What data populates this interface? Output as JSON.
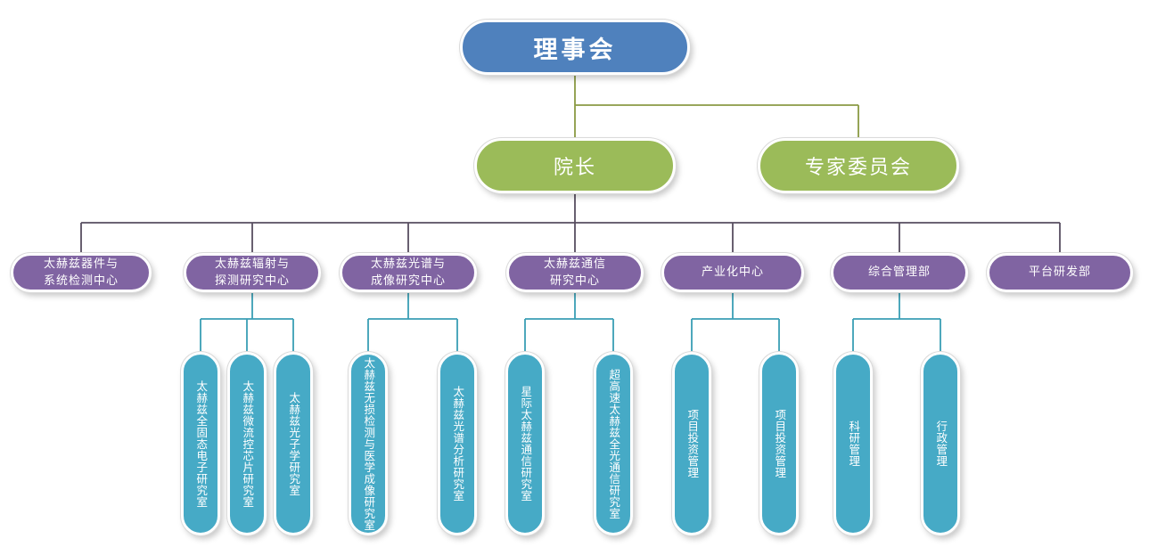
{
  "chart": {
    "root": {
      "label": "理事会"
    },
    "level2": [
      {
        "label": "院长"
      },
      {
        "label": "专家委员会"
      }
    ],
    "centers": [
      {
        "line1": "太赫兹器件与",
        "line2": "系统检测中心",
        "children": []
      },
      {
        "line1": "太赫兹辐射与",
        "line2": "探测研究中心",
        "children": [
          "太赫兹全固态电子研究室",
          "太赫兹微流控芯片研究室",
          "太赫兹光子学研究室"
        ]
      },
      {
        "line1": "太赫兹光谱与",
        "line2": "成像研究中心",
        "children": [
          "太赫兹无损检测与医学成像研究室",
          "太赫兹光谱分析研究室"
        ]
      },
      {
        "line1": "太赫兹通信",
        "line2": "研究中心",
        "children": [
          "星际太赫兹通信研究室",
          "超高速太赫兹全光通信研究室"
        ]
      },
      {
        "line1": "产业化中心",
        "line2": "",
        "children": [
          "项目投资管理",
          "项目投资管理"
        ]
      },
      {
        "line1": "综合管理部",
        "line2": "",
        "children": [
          "科研管理",
          "行政管理"
        ]
      },
      {
        "line1": "平台研发部",
        "line2": "",
        "children": []
      }
    ]
  },
  "colors": {
    "board_blue": "#4f81bd",
    "leader_green": "#9bbb59",
    "center_purple": "#8064a2",
    "lab_teal": "#46aac6",
    "line_green": "#8a9a44",
    "line_purple": "#584e60",
    "line_teal": "#3a9fb5"
  }
}
